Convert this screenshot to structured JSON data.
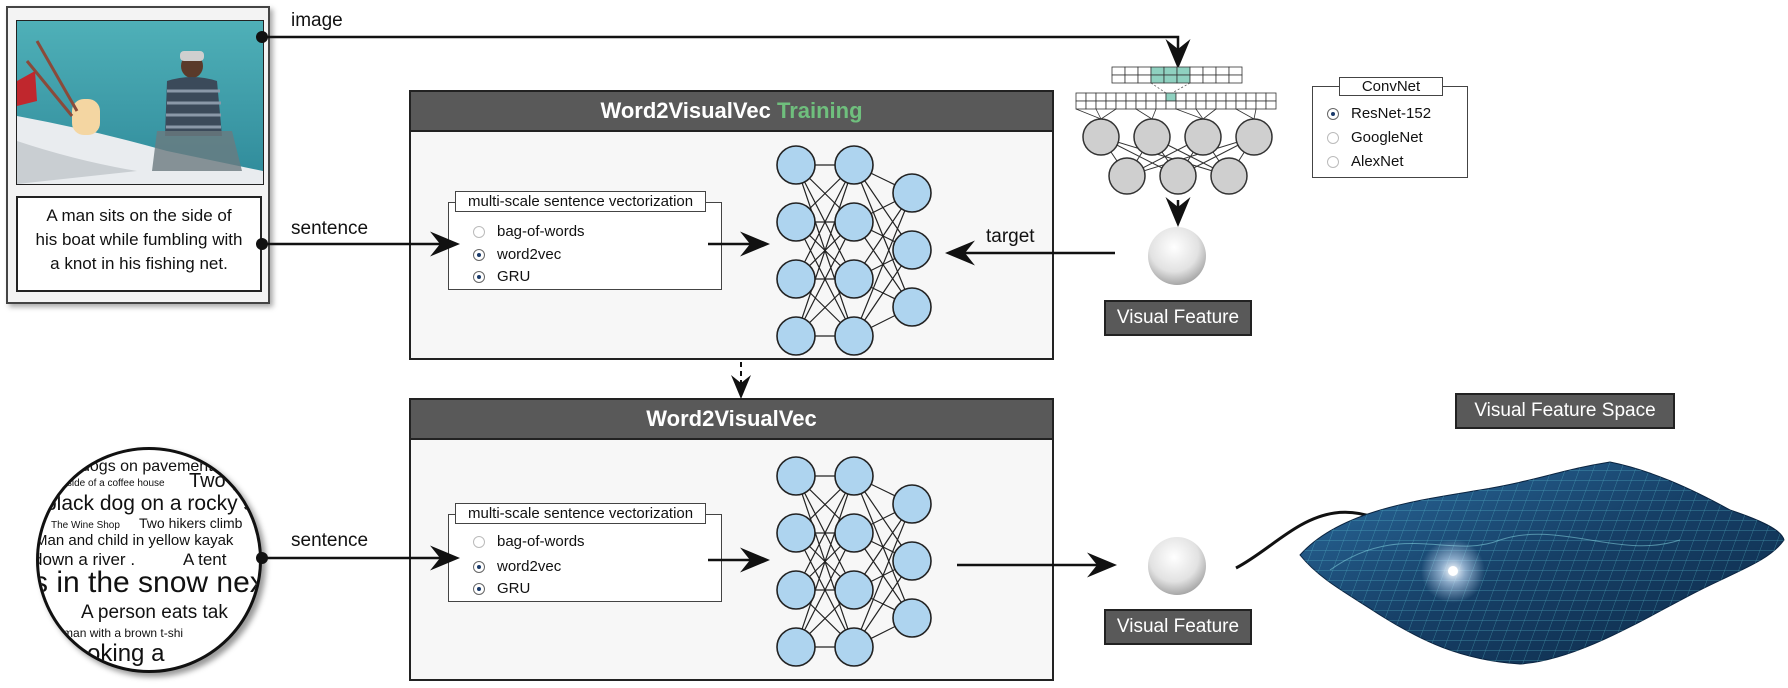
{
  "top_panel": {
    "title_main": "Word2VisualVec",
    "title_highlight": "Training",
    "vectorization_title": "multi-scale sentence vectorization",
    "options": [
      {
        "label": "bag-of-words",
        "selected": false
      },
      {
        "label": "word2vec",
        "selected": true
      },
      {
        "label": "GRU",
        "selected": true
      }
    ]
  },
  "bottom_panel": {
    "title_main": "Word2VisualVec",
    "vectorization_title": "multi-scale sentence vectorization",
    "options": [
      {
        "label": "bag-of-words",
        "selected": false
      },
      {
        "label": "word2vec",
        "selected": true
      },
      {
        "label": "GRU",
        "selected": true
      }
    ]
  },
  "input": {
    "caption": "A man sits on the side of his boat while fumbling with a knot in his fishing net.",
    "caption_lines": [
      "A man sits on the side of",
      "his boat while fumbling with",
      "a knot in his fishing net."
    ]
  },
  "labels": {
    "image": "image",
    "sentence_top": "sentence",
    "sentence_bottom": "sentence",
    "target": "target",
    "visual_feature_top": "Visual Feature",
    "visual_feature_bottom": "Visual Feature",
    "visual_feature_space": "Visual Feature Space"
  },
  "convnet": {
    "title": "ConvNet",
    "options": [
      {
        "label": "ResNet-152",
        "selected": true
      },
      {
        "label": "GoogleNet",
        "selected": false
      },
      {
        "label": "AlexNet",
        "selected": false
      }
    ]
  },
  "lens_words": [
    "dogs on pavement",
    "Two g",
    "outside of a coffee house",
    "black dog on a rocky s",
    "The Wine Shop",
    "Two hikers climb",
    "Man and child in yellow kayak",
    "down a river .",
    "A tent",
    "s in the snow nex",
    "A person eats tak",
    "t to a man with a brown t-shi",
    "verlooking a"
  ],
  "colors": {
    "panel_header": "#595959",
    "highlight": "#6fbf7d",
    "neuron_fill": "#aed4ef",
    "cnn_node": "#cfcfcf",
    "cnn_highlight": "#8fd1c0",
    "surface": "#1d4e7a"
  }
}
